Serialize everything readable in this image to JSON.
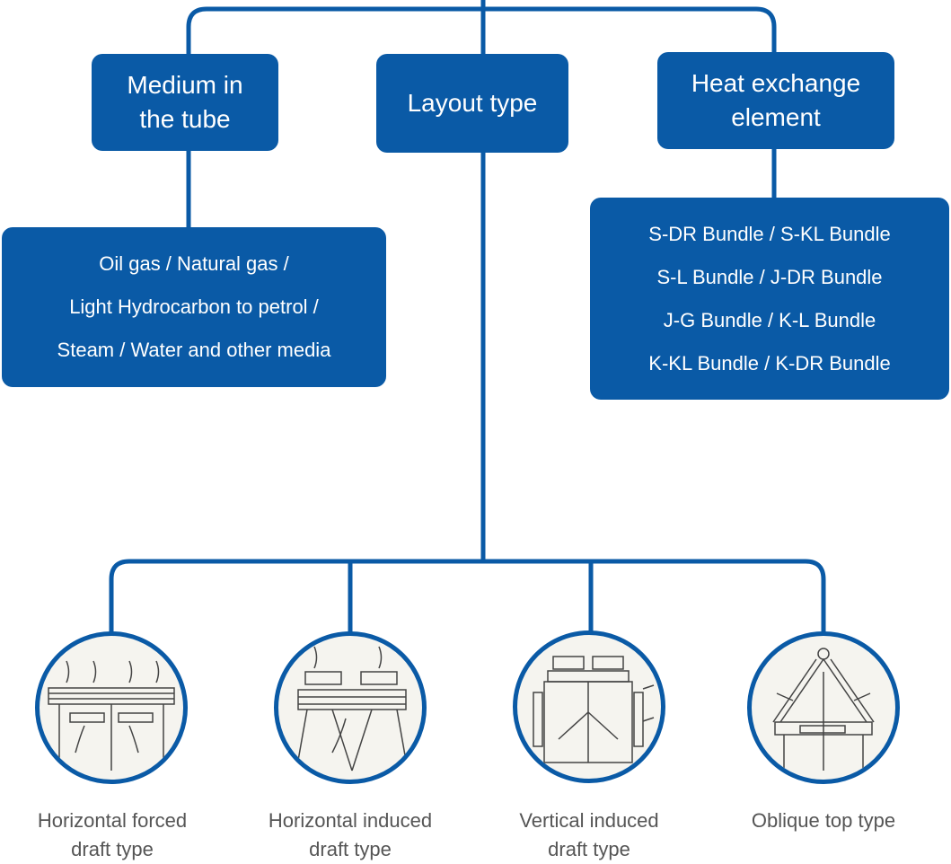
{
  "categories": {
    "medium": [
      "Medium in",
      "the tube"
    ],
    "layout": [
      "Layout type"
    ],
    "element": [
      "Heat exchange",
      "element"
    ]
  },
  "medium_details": [
    "Oil gas / Natural gas /",
    "Light Hydrocarbon to petrol /",
    "Steam / Water and other media"
  ],
  "element_details": [
    "S-DR Bundle / S-KL Bundle",
    "S-L Bundle /  J-DR Bundle",
    "J-G Bundle / K-L Bundle",
    "K-KL Bundle / K-DR Bundle"
  ],
  "layout_types": [
    {
      "caption": [
        "Horizontal forced",
        "draft type"
      ],
      "icon": "horizontal-forced-draft-drawing"
    },
    {
      "caption": [
        "Horizontal induced",
        "draft type"
      ],
      "icon": "horizontal-induced-draft-drawing"
    },
    {
      "caption": [
        "Vertical induced",
        "draft type"
      ],
      "icon": "vertical-induced-draft-drawing"
    },
    {
      "caption": [
        "Oblique top type"
      ],
      "icon": "oblique-top-drawing"
    }
  ],
  "colors": {
    "accent": "#0a5aa6",
    "caption": "#555555",
    "drawing_bg": "#f5f4ef"
  }
}
